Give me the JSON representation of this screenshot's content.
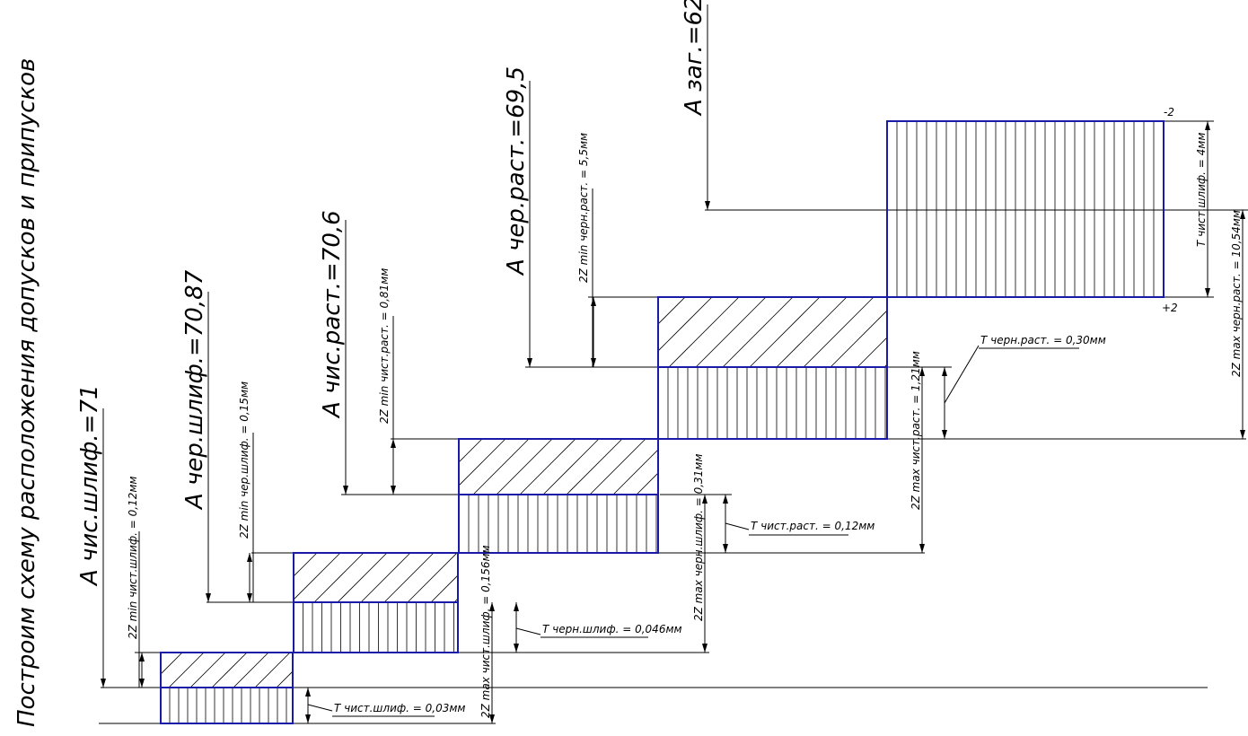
{
  "title": "Построим схему расположения допусков и припусков",
  "dimension_labels": {
    "chis_shlif": "A чис.шлиф.=71",
    "cher_shlif": "A чер.шлиф.=70,87",
    "chis_rast": "A чис.раст.=70,6",
    "cher_rast": "A чер.раст.=69,5",
    "zag": "A заг.=62"
  },
  "allowance_labels": {
    "zmin_chis_shlif": "2Z min чист.шлиф. = 0,12мм",
    "zmin_cher_shlif": "2Z min чер.шлиф. = 0,15мм",
    "zmin_chis_rast": "2Z min чист.раст. = 0,81мм",
    "zmin_cher_rast": "2Z min черн.раст. = 5,5мм",
    "zmax_chis_shlif": "2Z max чист.шлиф. = 0,156мм",
    "zmax_cher_shlif": "2Z max черн.шлиф. = 0,31мм",
    "zmax_chis_rast": "2Z max чист.раст. = 1,21мм",
    "zmax_cher_rast": "2Z max черн.раст. = 10,54мм"
  },
  "tolerance_labels": {
    "t_chis_shlif": "T чист.шлиф. = 0,03мм",
    "t_cher_shlif": "T черн.шлиф. = 0,046мм",
    "t_chis_rast": "T чист.раст. = 0,12мм",
    "t_cher_rast": "T черн.раст. = 0,30мм",
    "t_zag": "T чист.шлиф. = 4мм"
  },
  "deviations": {
    "upper": "-2",
    "lower": "+2"
  },
  "colors": {
    "zone_outline": "#1a1aa8",
    "lines": "#000000"
  }
}
